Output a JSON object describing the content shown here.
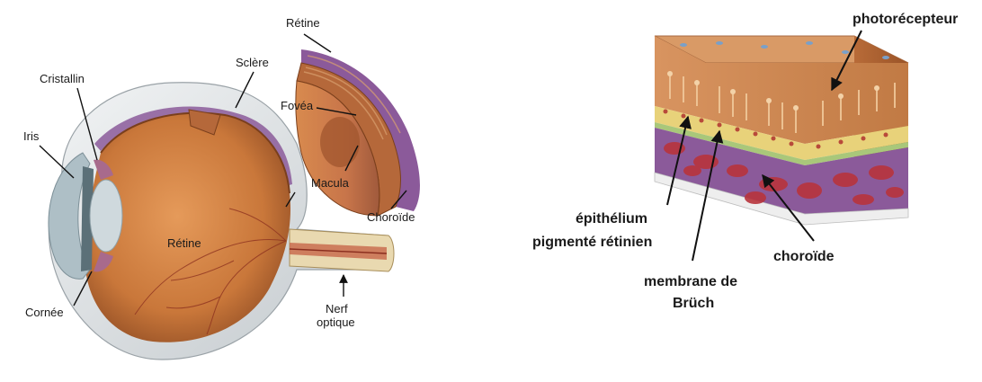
{
  "left_figure": {
    "labels": {
      "retine_top": "Rétine",
      "sclere": "Sclère",
      "cristallin": "Cristallin",
      "iris": "Iris",
      "fovea": "Fovéa",
      "macula": "Macula",
      "choroide": "Choroïde",
      "retine_center": "Rétine",
      "cornee": "Cornée",
      "nerf_line1": "Nerf",
      "nerf_line2": "optique"
    }
  },
  "right_figure": {
    "labels": {
      "photorecepteur": "photorécepteur",
      "epithelium_line1": "épithélium",
      "epithelium_line2": "pigmenté rétinien",
      "membrane_line1": "membrane de",
      "membrane_line2": "Brüch",
      "choroide": "choroïde"
    }
  },
  "colors": {
    "sclera": "#d8dde0",
    "eye_interior": "#c9773a",
    "retina_layer": "#a8683f",
    "choroid_purple": "#8b5a9a",
    "cornea": "#aebfc6",
    "block_top": "#cf8a52",
    "rpe_yellow": "#e8d27a",
    "bruch_green": "#a9c77a",
    "choroid_red": "#b8343c"
  }
}
